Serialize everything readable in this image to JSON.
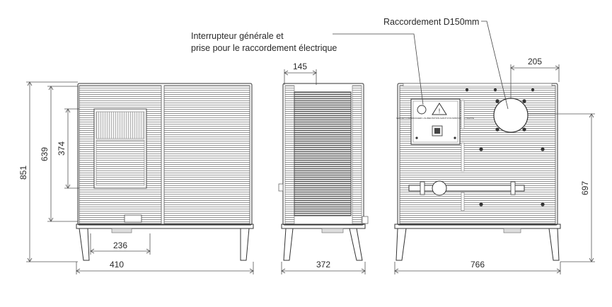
{
  "diagram": {
    "callouts": {
      "switch_line1": "Interrupteur générale et",
      "switch_line2": "prise pour le raccordement électrique",
      "connection": "Raccordement D150mm"
    },
    "front_view": {
      "height_total": "851",
      "height_top": "639",
      "window_height": "374",
      "window_width": "236",
      "width": "410"
    },
    "side_view": {
      "depth_top": "145",
      "depth": "372"
    },
    "rear_view": {
      "flue_offset": "205",
      "flue_height": "697",
      "width": "766"
    },
    "label": {
      "warning_text": "VEILLEZ A DEBRANCHER L'ALIMENTATION AVANT D'OUVRIR CETTE TRAPPE"
    }
  }
}
